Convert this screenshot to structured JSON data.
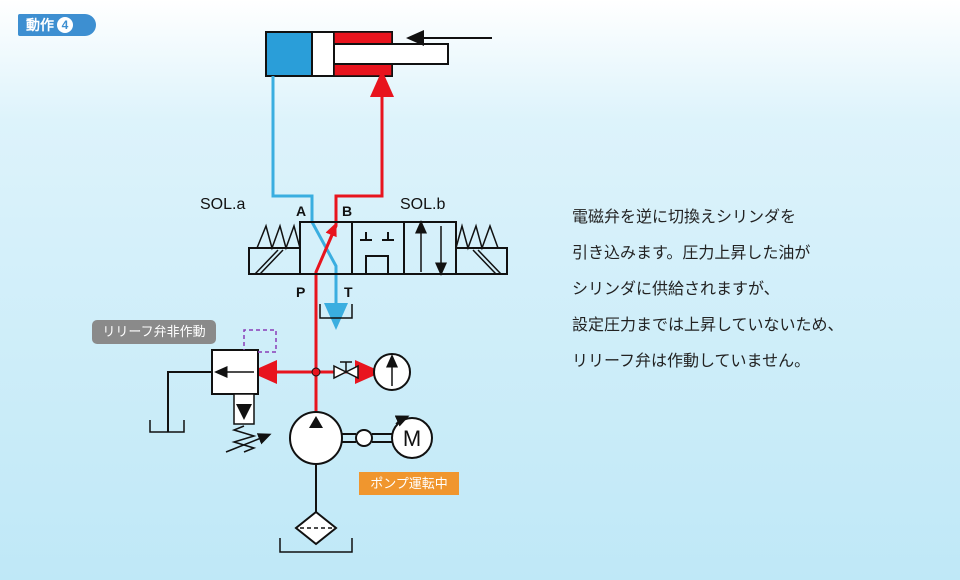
{
  "step_badge": {
    "label": "動作",
    "number": "4"
  },
  "labels": {
    "sol_a": "SOL.a",
    "sol_b": "SOL.b",
    "port_a": "A",
    "port_b": "B",
    "port_p": "P",
    "port_t": "T"
  },
  "callout": {
    "relief_valve_status": "リリーフ弁非作動"
  },
  "pump_tag": "ポンプ運転中",
  "motor_symbol": "M",
  "description": [
    "電磁弁を逆に切換えシリンダを",
    "引き込みます。圧力上昇した油が",
    "シリンダに供給されますが、",
    "設定圧力までは上昇していないため、",
    "リリーフ弁は作動していません。"
  ],
  "colors": {
    "pressure_line": "#e8141e",
    "return_line": "#3aaee0",
    "cylinder_cap_fill": "#2a9ed9",
    "cylinder_rod_fill": "#e8141e",
    "badge_bg": "#3d8fd1",
    "callout_bg": "#8a8a8a",
    "pump_tag_bg": "#f0962e",
    "pilot_dash": "#8a3db8"
  }
}
